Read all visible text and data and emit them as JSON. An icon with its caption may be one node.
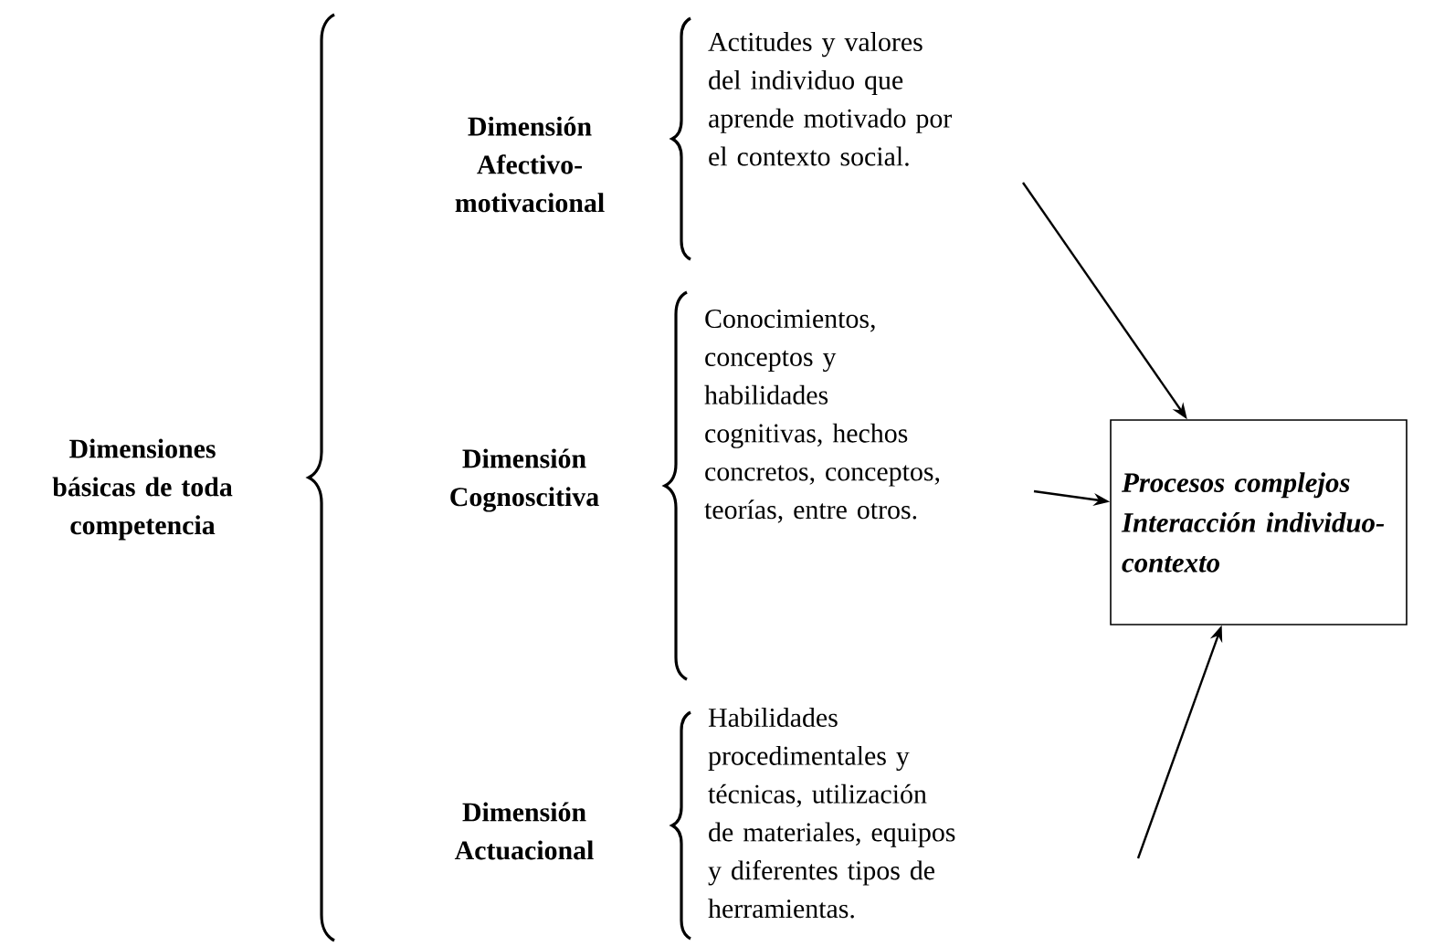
{
  "diagram": {
    "nodes": [
      {
        "text": [
          "Dimensiones básicas de toda competencia"
        ]
      },
      {
        "text": [
          "Dimensión Afectivo-motivacional"
        ]
      },
      {
        "text": [
          "Actitudes y valores del individuo que aprende motivado por el contexto social."
        ]
      },
      {
        "text": [
          "Dimensión Cognoscitiva"
        ]
      },
      {
        "text": [
          "Conocimientos, conceptos y habilidades cognitivas, hechos concretos, conceptos, teorías, entre otros."
        ]
      },
      {
        "text": [
          "Dimensión Actuacional"
        ]
      },
      {
        "text": [
          "Habilidades procedimentales y técnicas, utilización de materiales, equipos y diferentes tipos de herramientas."
        ]
      },
      {
        "text": [
          "Procesos complejos Interacción individuo-contexto"
        ]
      }
    ],
    "edges": [
      {
        "from": null,
        "to": 7,
        "arrow": "to"
      },
      {
        "from": null,
        "to": 7,
        "arrow": "to"
      },
      {
        "from": null,
        "to": 7,
        "arrow": "to"
      }
    ]
  }
}
